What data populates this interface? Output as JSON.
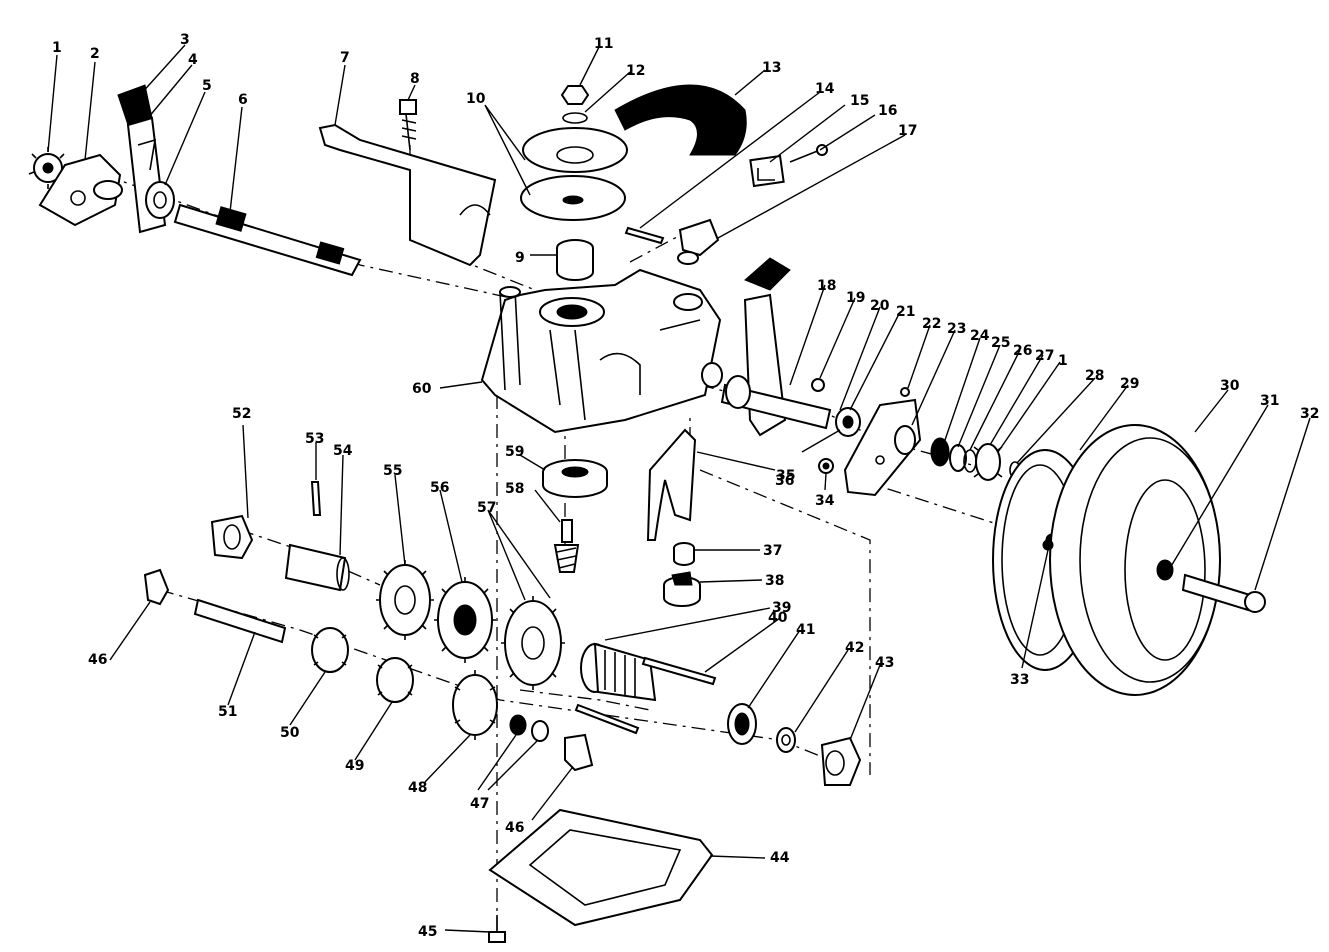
{
  "diagram": {
    "callouts": [
      {
        "id": "c1",
        "text": "1"
      },
      {
        "id": "c2",
        "text": "2"
      },
      {
        "id": "c3",
        "text": "3"
      },
      {
        "id": "c4",
        "text": "4"
      },
      {
        "id": "c5",
        "text": "5"
      },
      {
        "id": "c6",
        "text": "6"
      },
      {
        "id": "c7",
        "text": "7"
      },
      {
        "id": "c8",
        "text": "8"
      },
      {
        "id": "c9",
        "text": "9"
      },
      {
        "id": "c10",
        "text": "10"
      },
      {
        "id": "c11",
        "text": "11"
      },
      {
        "id": "c12",
        "text": "12"
      },
      {
        "id": "c13",
        "text": "13"
      },
      {
        "id": "c14",
        "text": "14"
      },
      {
        "id": "c15",
        "text": "15"
      },
      {
        "id": "c16",
        "text": "16"
      },
      {
        "id": "c17",
        "text": "17"
      },
      {
        "id": "c18",
        "text": "18"
      },
      {
        "id": "c19",
        "text": "19"
      },
      {
        "id": "c20",
        "text": "20"
      },
      {
        "id": "c21",
        "text": "21"
      },
      {
        "id": "c22",
        "text": "22"
      },
      {
        "id": "c23",
        "text": "23"
      },
      {
        "id": "c24",
        "text": "24"
      },
      {
        "id": "c25",
        "text": "25"
      },
      {
        "id": "c26",
        "text": "26"
      },
      {
        "id": "c27",
        "text": "27"
      },
      {
        "id": "c1b",
        "text": "1"
      },
      {
        "id": "c28",
        "text": "28"
      },
      {
        "id": "c29",
        "text": "29"
      },
      {
        "id": "c30",
        "text": "30"
      },
      {
        "id": "c31",
        "text": "31"
      },
      {
        "id": "c32",
        "text": "32"
      },
      {
        "id": "c33",
        "text": "33"
      },
      {
        "id": "c34",
        "text": "34"
      },
      {
        "id": "c35",
        "text": "35"
      },
      {
        "id": "c36",
        "text": "36"
      },
      {
        "id": "c37",
        "text": "37"
      },
      {
        "id": "c38",
        "text": "38"
      },
      {
        "id": "c39",
        "text": "39"
      },
      {
        "id": "c40",
        "text": "40"
      },
      {
        "id": "c41",
        "text": "41"
      },
      {
        "id": "c42",
        "text": "42"
      },
      {
        "id": "c43",
        "text": "43"
      },
      {
        "id": "c44",
        "text": "44"
      },
      {
        "id": "c45",
        "text": "45"
      },
      {
        "id": "c46",
        "text": "46"
      },
      {
        "id": "c46b",
        "text": "46"
      },
      {
        "id": "c47",
        "text": "47"
      },
      {
        "id": "c48",
        "text": "48"
      },
      {
        "id": "c49",
        "text": "49"
      },
      {
        "id": "c50",
        "text": "50"
      },
      {
        "id": "c51",
        "text": "51"
      },
      {
        "id": "c52",
        "text": "52"
      },
      {
        "id": "c53",
        "text": "53"
      },
      {
        "id": "c54",
        "text": "54"
      },
      {
        "id": "c55",
        "text": "55"
      },
      {
        "id": "c56",
        "text": "56"
      },
      {
        "id": "c57",
        "text": "57"
      },
      {
        "id": "c58",
        "text": "58"
      },
      {
        "id": "c59",
        "text": "59"
      },
      {
        "id": "c60",
        "text": "60"
      }
    ],
    "colors": {
      "ink": "#000000",
      "paper": "#ffffff"
    }
  }
}
